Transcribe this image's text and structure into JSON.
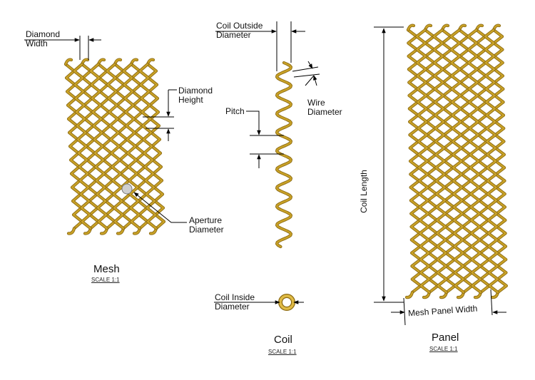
{
  "colors": {
    "wire": "#c9a227",
    "wire_dark": "#8c6a12",
    "wire_light": "#f0d67a",
    "dimension": "#000000",
    "aperture": "#cfcfcf"
  },
  "mesh": {
    "labels": {
      "diamond_width": [
        "Diamond",
        "Width"
      ],
      "diamond_height": [
        "Diamond",
        "Height"
      ],
      "aperture_diameter": [
        "Aperture",
        "Diameter"
      ]
    },
    "title": "Mesh",
    "scale": "SCALE 1:1"
  },
  "coil": {
    "labels": {
      "coil_outside_diameter": [
        "Coil Outside",
        "Diameter"
      ],
      "wire_diameter": [
        "Wire",
        "Diameter"
      ],
      "pitch": "Pitch",
      "coil_inside_diameter": [
        "Coil Inside",
        "Diameter"
      ]
    },
    "title": "Coil",
    "scale": "SCALE 1:1"
  },
  "panel": {
    "labels": {
      "coil_length": "Coil Length",
      "mesh_panel_width": "Mesh Panel Width"
    },
    "title": "Panel",
    "scale": "SCALE 1:1"
  }
}
